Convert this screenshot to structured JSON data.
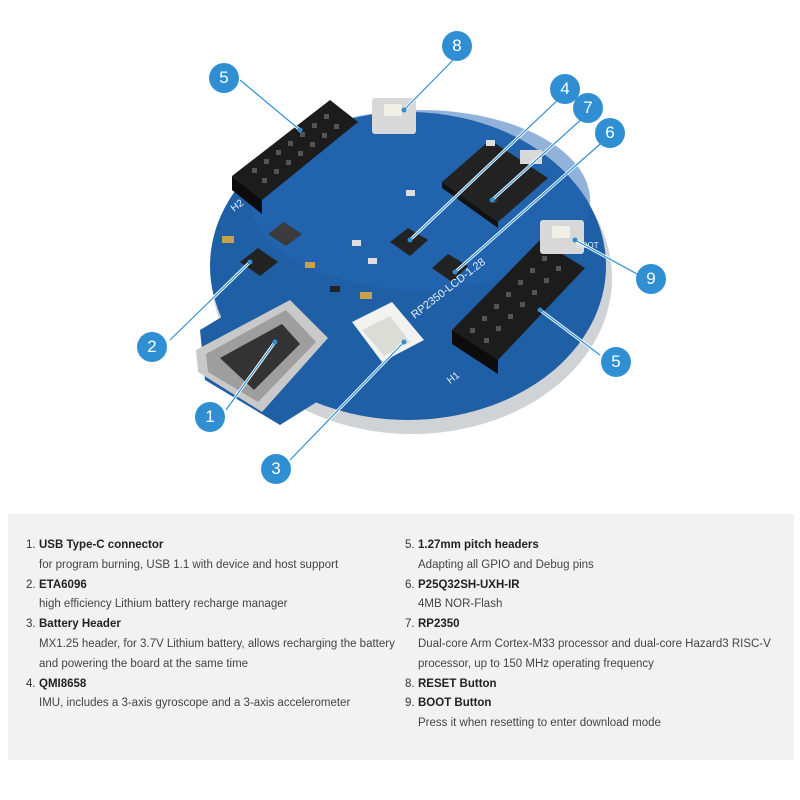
{
  "figure": {
    "silkscreen_board": "RP2350-LCD-1.28",
    "silkscreen_h1": "H1",
    "silkscreen_h2": "H2",
    "silkscreen_boot": "BOOT",
    "colors": {
      "pcb": "#1f5fa6",
      "callout": "#2f8fd2",
      "legend_bg": "#f2f2f2"
    },
    "callouts": [
      "1",
      "2",
      "3",
      "4",
      "5",
      "5",
      "6",
      "7",
      "8",
      "9"
    ]
  },
  "legend": {
    "left": [
      {
        "num": "1.",
        "title": "USB Type-C connector",
        "desc": [
          "for program burning, USB 1.1 with device and host support"
        ]
      },
      {
        "num": "2.",
        "title": "ETA6096",
        "desc": [
          "high efficiency Lithium battery recharge manager"
        ]
      },
      {
        "num": "3.",
        "title": "Battery Header",
        "desc": [
          "MX1.25 header, for 3.7V Lithium battery, allows recharging the battery",
          "and powering the board at the same time"
        ]
      },
      {
        "num": "4.",
        "title": "QMI8658",
        "desc": [
          "IMU, includes a 3-axis gyroscope and a 3-axis accelerometer"
        ]
      }
    ],
    "right": [
      {
        "num": "5.",
        "title": "1.27mm pitch headers",
        "desc": [
          "Adapting all GPIO and Debug pins"
        ]
      },
      {
        "num": "6.",
        "title": "P25Q32SH-UXH-IR",
        "desc": [
          "4MB NOR-Flash"
        ]
      },
      {
        "num": "7.",
        "title": "RP2350",
        "desc": [
          "Dual-core Arm Cortex-M33 processor and dual-core Hazard3 RISC-V",
          "processor, up to 150 MHz operating frequency"
        ]
      },
      {
        "num": "8.",
        "title": "RESET Button",
        "desc": []
      },
      {
        "num": "9.",
        "title": "BOOT Button",
        "desc": [
          "Press it when resetting to enter download mode"
        ]
      }
    ]
  }
}
